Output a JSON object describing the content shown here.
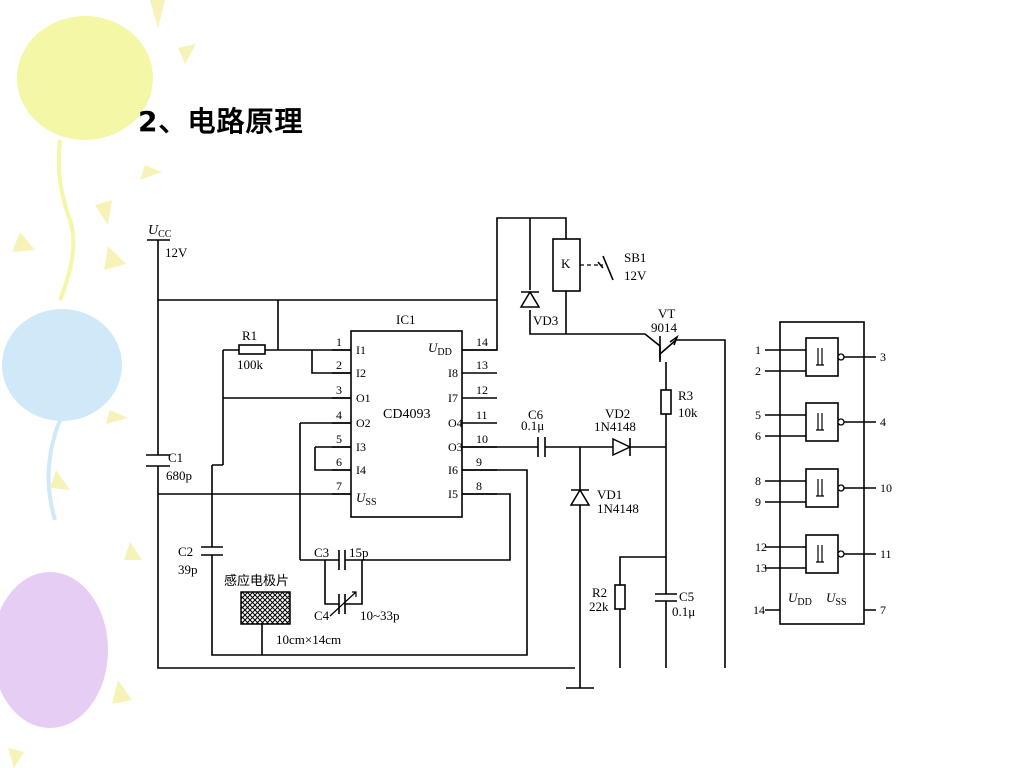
{
  "slide": {
    "title": "2、电路原理"
  },
  "colors": {
    "balloon_yellow": "#f3f7a6",
    "balloon_blue": "#cfe9f8",
    "balloon_purple": "#e6cdf3",
    "rays": "#f7f3b8",
    "line": "#000000"
  },
  "schematic": {
    "supply": {
      "label": "U",
      "sub": "CC",
      "voltage": "12V"
    },
    "ic": {
      "ref": "IC1",
      "part": "CD4093",
      "vdd": "U",
      "vdd_sub": "DD",
      "vss": "U",
      "vss_sub": "SS",
      "left_pins": [
        {
          "num": "1",
          "name": "I1"
        },
        {
          "num": "2",
          "name": "I2"
        },
        {
          "num": "3",
          "name": "O1"
        },
        {
          "num": "4",
          "name": "O2"
        },
        {
          "num": "5",
          "name": "I3"
        },
        {
          "num": "6",
          "name": "I4"
        },
        {
          "num": "7",
          "name": "USS"
        }
      ],
      "right_pins": [
        {
          "num": "14",
          "name": "UDD"
        },
        {
          "num": "13",
          "name": "I8"
        },
        {
          "num": "12",
          "name": "I7"
        },
        {
          "num": "11",
          "name": "O4"
        },
        {
          "num": "10",
          "name": "O3"
        },
        {
          "num": "9",
          "name": "I6"
        },
        {
          "num": "8",
          "name": "I5"
        }
      ]
    },
    "r1": {
      "ref": "R1",
      "value": "100k"
    },
    "c1": {
      "ref": "C1",
      "value": "680p"
    },
    "c2": {
      "ref": "C2",
      "value": "39p"
    },
    "c3": {
      "ref": "C3",
      "value": "15p"
    },
    "c4": {
      "ref": "C4",
      "value": "10~33p"
    },
    "c6": {
      "ref": "C6",
      "value": "0.1μ"
    },
    "vd2": {
      "ref": "VD2",
      "value": "1N4148"
    },
    "vd1": {
      "ref": "VD1",
      "value": "1N4148"
    },
    "vd3": {
      "ref": "VD3"
    },
    "relay": {
      "ref": "K"
    },
    "sb1": {
      "ref": "SB1",
      "value": "12V"
    },
    "vt": {
      "ref": "VT",
      "value": "9014"
    },
    "r3": {
      "ref": "R3",
      "value": "10k"
    },
    "r2": {
      "ref": "R2",
      "value": "22k"
    },
    "c5": {
      "ref": "C5",
      "value": "0.1μ"
    },
    "sensor": {
      "label": "感应电极片",
      "size": "10cm×14cm"
    },
    "pinout": {
      "gates": [
        {
          "in1": "1",
          "in2": "2",
          "out": "3"
        },
        {
          "in1": "5",
          "in2": "6",
          "out": "4"
        },
        {
          "in1": "8",
          "in2": "9",
          "out": "10"
        },
        {
          "in1": "12",
          "in2": "13",
          "out": "11"
        }
      ],
      "vdd_pin": "14",
      "vss_pin": "7",
      "vdd": "U",
      "vdd_sub": "DD",
      "vss": "U",
      "vss_sub": "SS"
    }
  }
}
